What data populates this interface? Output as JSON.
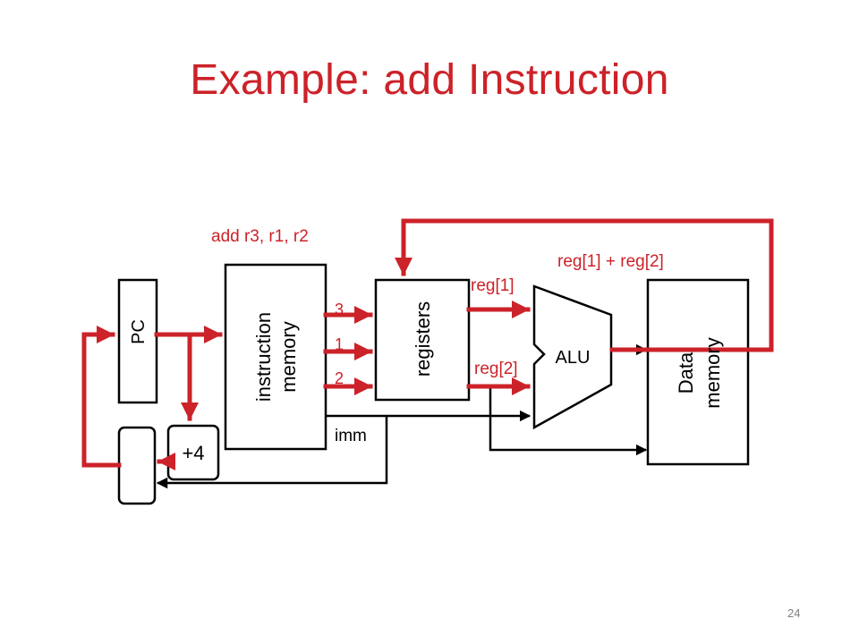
{
  "slide": {
    "title": "Example: add Instruction",
    "page_number": "24"
  },
  "diagram": {
    "components": {
      "pc": "PC",
      "instruction_memory_line1": "instruction",
      "instruction_memory_line2": "memory",
      "registers": "registers",
      "alu": "ALU",
      "data_memory_line1": "Data",
      "data_memory_line2": "memory",
      "adder": "+4"
    },
    "annotations": {
      "instruction_text": "add r3, r1, r2",
      "reg1": "reg[1]",
      "reg2": "reg[2]",
      "sum": "reg[1] + reg[2]",
      "imm": "imm",
      "field_rd": "3",
      "field_rs1": "1",
      "field_rs2": "2"
    },
    "colors": {
      "highlight": "#cc2229",
      "wire": "#000000"
    }
  }
}
